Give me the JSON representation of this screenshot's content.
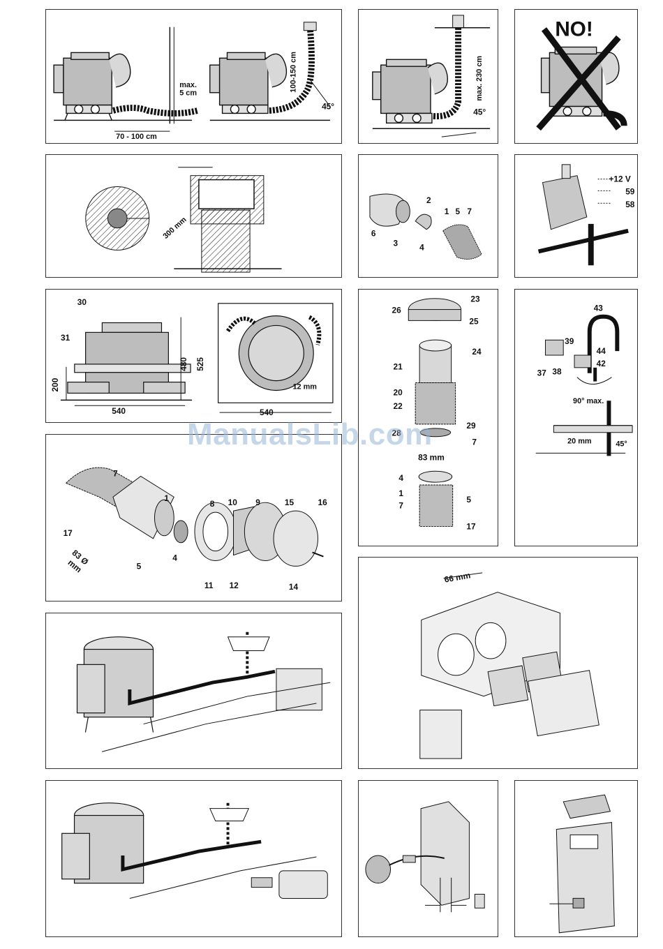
{
  "p1": {
    "dim_width": "70 - 100 cm",
    "dim_max_a": "max.",
    "dim_max_b": "5 cm",
    "dim_height": "100-150 cm",
    "angle": "45°"
  },
  "p2": {
    "dim_height": "max. 230 cm",
    "angle": "45°"
  },
  "p3": {
    "warning": "NO!"
  },
  "p4": {
    "dim": "300 mm"
  },
  "p5": {
    "callouts": [
      "2",
      "6",
      "3",
      "4",
      "1",
      "5",
      "7"
    ]
  },
  "p6": {
    "voltage": "+12 V",
    "t59": "59",
    "t58": "58"
  },
  "p7": {
    "c30": "30",
    "c31": "31",
    "d200": "200",
    "d480": "480",
    "d525": "525",
    "d540a": "540",
    "d540b": "540",
    "d12": "12 mm"
  },
  "p8": {
    "callouts": [
      "23",
      "26",
      "25",
      "24",
      "21",
      "20",
      "22",
      "28",
      "29",
      "7",
      "4",
      "1",
      "7",
      "5",
      "17"
    ],
    "d83": "83 mm"
  },
  "p9": {
    "callouts": [
      "43",
      "39",
      "44",
      "42",
      "37",
      "38"
    ],
    "angle90": "90° max.",
    "d20": "20 mm",
    "angle45": "45°"
  },
  "p10": {
    "callouts": [
      "7",
      "1",
      "8",
      "10",
      "9",
      "15",
      "16",
      "17",
      "4",
      "5",
      "11",
      "12",
      "14"
    ],
    "diam": "83 Ø",
    "mm": "mm"
  },
  "p12": {
    "d66": "66 mm"
  },
  "watermark": "ManualsLib.com"
}
